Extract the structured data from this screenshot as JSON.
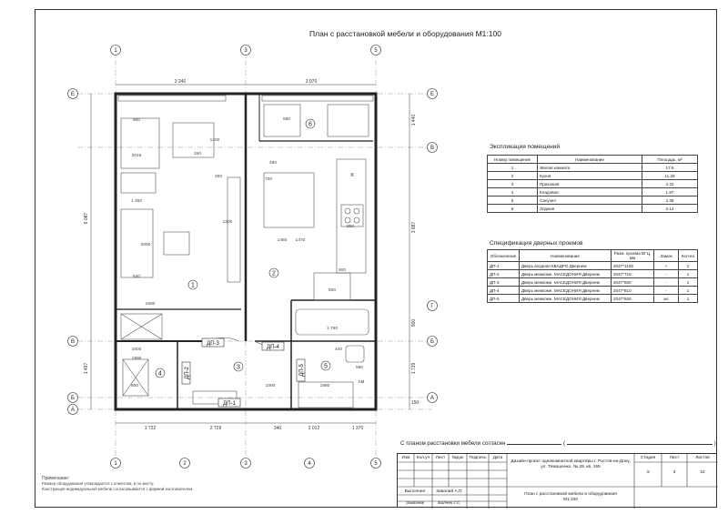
{
  "title": "План с расстановкой мебели и оборудования М1:100",
  "axes_top": [
    "1",
    "3",
    "5"
  ],
  "axes_bottom": [
    "1",
    "2",
    "3",
    "4",
    "5"
  ],
  "axes_left": [
    "Е",
    "В",
    "Б",
    "А"
  ],
  "axes_right": [
    "Е",
    "В",
    "Г",
    "Б",
    "А"
  ],
  "dims_top": [
    "3 240",
    "3 070"
  ],
  "dims_bottom": [
    "1 722",
    "2 729",
    "340",
    "2 012",
    "1 370"
  ],
  "dims_left": [
    "6 087",
    "1 497"
  ],
  "dims_right": [
    "1 440",
    "3 887",
    "900",
    "1 739",
    "150"
  ],
  "rooms": [
    "1",
    "2",
    "3",
    "4",
    "5",
    "6"
  ],
  "doors": [
    "ДП-1",
    "ДП-2",
    "ДП-3",
    "ДП-4",
    "ДП-5"
  ],
  "furniture_dims": [
    "900",
    "2016",
    "1400",
    "340",
    "1 450",
    "1600",
    "2000",
    "840",
    "1600",
    "1990",
    "800",
    "1000",
    "1980",
    "1 750",
    "590",
    "580",
    "440",
    "800",
    "900",
    "700",
    "600",
    "1450",
    "1470",
    "1200",
    "200",
    "480",
    "x",
    "см"
  ],
  "explication": {
    "caption": "Экспликация помещений",
    "headers": [
      "Номер помещения",
      "Наименование",
      "Площадь, м²"
    ],
    "rows": [
      [
        "1",
        "Жилая комната",
        "17.6"
      ],
      [
        "2",
        "Кухня",
        "11.29"
      ],
      [
        "3",
        "Прихожая",
        "4.31"
      ],
      [
        "4",
        "Кладовая",
        "1.87"
      ],
      [
        "5",
        "Санузел",
        "4.38"
      ],
      [
        "6",
        "Лоджия",
        "3.14"
      ]
    ]
  },
  "doors_spec": {
    "caption": "Спецификация дверных проемов",
    "headers": [
      "Обозначение",
      "Наименование",
      "Разм. проема ВГЦ, мм",
      "Замок",
      "Кол-во"
    ],
    "rows": [
      [
        "ДП-1",
        "Дверь входная КВАДРО Двернем",
        "2047*1100",
        "+",
        "1"
      ],
      [
        "ДП-2",
        "Дверь межкомн. МАСЕДОНИЯ Двернем",
        "2047*716",
        "-",
        "1"
      ],
      [
        "ДП-3",
        "Дверь межкомн. МАСЕДОНИЯ Двернем",
        "2047*500",
        "-",
        "1"
      ],
      [
        "ДП-4",
        "Дверь межкомн. МАСЕДОНИЯ Двернем",
        "2047*810",
        "-",
        "1"
      ],
      [
        "ДП-5",
        "Дверь межкомн. МАСЕДОНИЯ Двернем",
        "2047*926",
        "wc",
        "1"
      ]
    ]
  },
  "agreement": "С планом расстановки мебели согласен",
  "agreement_paren_open": "(",
  "agreement_paren_close": ")",
  "notes": {
    "heading": "Примечание:",
    "line1": "Размер оборудования утверждается с клиентом, в по месту.",
    "line2": "Конструкция индивидуальной мебели согласовывается с фирмой изготовителем."
  },
  "stamp": {
    "cols": [
      "Изм",
      "Кол.уч",
      "Лист",
      "№док",
      "Подпись",
      "Дата"
    ],
    "project": "Дизайн-проект однокомнатной квартиры г. Ростов-на-Дону, ул. Темошенко, № 28, кв. 155",
    "stage_h": "Стадия",
    "sheet_h": "Лист",
    "sheets_h": "Листов",
    "stage": "Э",
    "sheet": "3",
    "sheets": "22",
    "performed": "Выполнил",
    "performer": "Завалий А.П.",
    "customer": "Заказчик",
    "customer_name": "Волчек Г.С.",
    "sheet_title": "План с расстановкой мебели и оборудования М1:100"
  }
}
